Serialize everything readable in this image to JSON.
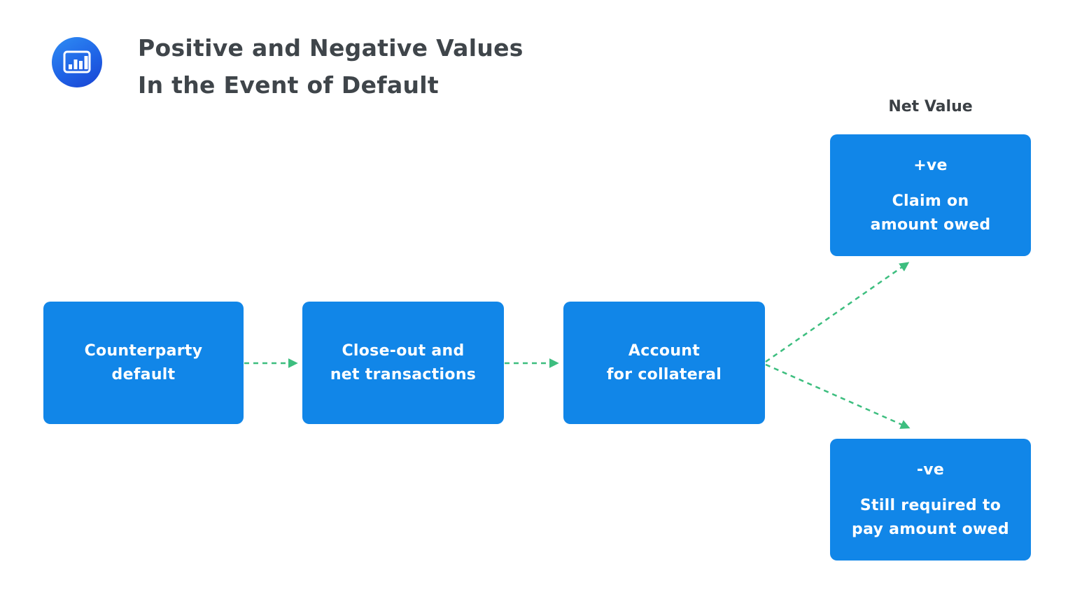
{
  "header": {
    "icon": "bar-chart-icon",
    "title_line1": "Positive and Negative Values",
    "title_line2": "In the Event of Default"
  },
  "diagram": {
    "net_value_label": "Net Value",
    "nodes": {
      "counterparty": {
        "lines": [
          "Counterparty",
          "default"
        ]
      },
      "closeout": {
        "lines": [
          "Close-out and",
          "net transactions"
        ]
      },
      "collateral": {
        "lines": [
          "Account",
          "for collateral"
        ]
      },
      "positive": {
        "sign": "+ve",
        "lines": [
          "Claim on",
          "amount owed"
        ]
      },
      "negative": {
        "sign": "-ve",
        "lines": [
          "Still required to",
          "pay amount owed"
        ]
      }
    },
    "colors": {
      "node_fill": "#1186e8",
      "node_text": "#ffffff",
      "arrow_green": "#3dbe7f",
      "title_text": "#3f454a",
      "icon_gradient_start": "#2f8df4",
      "icon_gradient_end": "#1a43d2"
    }
  }
}
